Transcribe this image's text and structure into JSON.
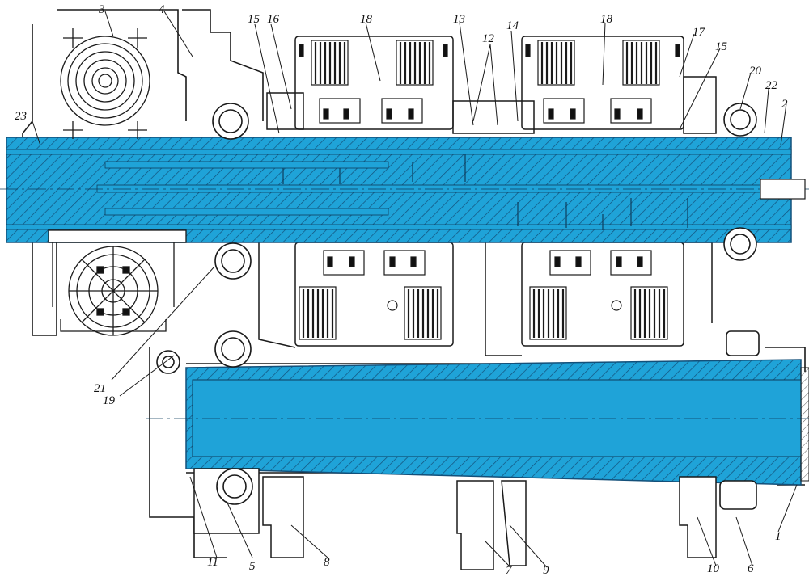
{
  "diagram": {
    "kind": "gearbox-cross-section",
    "colors": {
      "shaft_fill": "#1fa3d8",
      "hatch": "#13507a",
      "outline": "#1a1a1a",
      "background": "#ffffff"
    },
    "callouts": {
      "c1": "1",
      "c2": "2",
      "c3": "3",
      "c4": "4",
      "c5": "5",
      "c6": "6",
      "c7": "7",
      "c8": "8",
      "c9": "9",
      "c10": "10",
      "c11": "11",
      "c12": "12",
      "c13": "13",
      "c14": "14",
      "c15a": "15",
      "c15b": "15",
      "c16": "16",
      "c17": "17",
      "c18a": "18",
      "c18b": "18",
      "c19": "19",
      "c20": "20",
      "c21": "21",
      "c22": "22",
      "c23": "23"
    }
  }
}
